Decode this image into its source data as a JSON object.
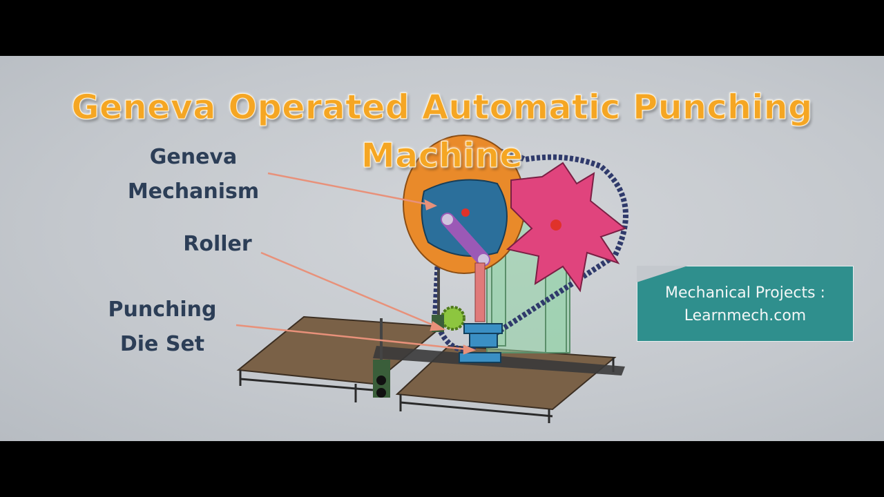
{
  "title": {
    "line1": "Geneva Operated Automatic Punching",
    "line2": "Machine"
  },
  "labels": {
    "geneva": [
      "Geneva",
      "Mechanism"
    ],
    "roller": "Roller",
    "punching": [
      "Punching",
      "Die Set"
    ]
  },
  "callout": {
    "line1": "Mechanical Projects :",
    "line2": "Learnmech.com"
  },
  "colors": {
    "title": "#f5a623",
    "labels": "#2c3e57",
    "callout_bg": "#2f8f8d",
    "geneva_wheel": "#e8447f",
    "driver_disc": "#e98a2a",
    "driver_face": "#2b6f9b",
    "crank": "#9b59b6",
    "base_plate": "#7a6147",
    "frame": "#8fd4a4",
    "die_set": "#3a8fc4",
    "arrows": "#e8917a"
  }
}
